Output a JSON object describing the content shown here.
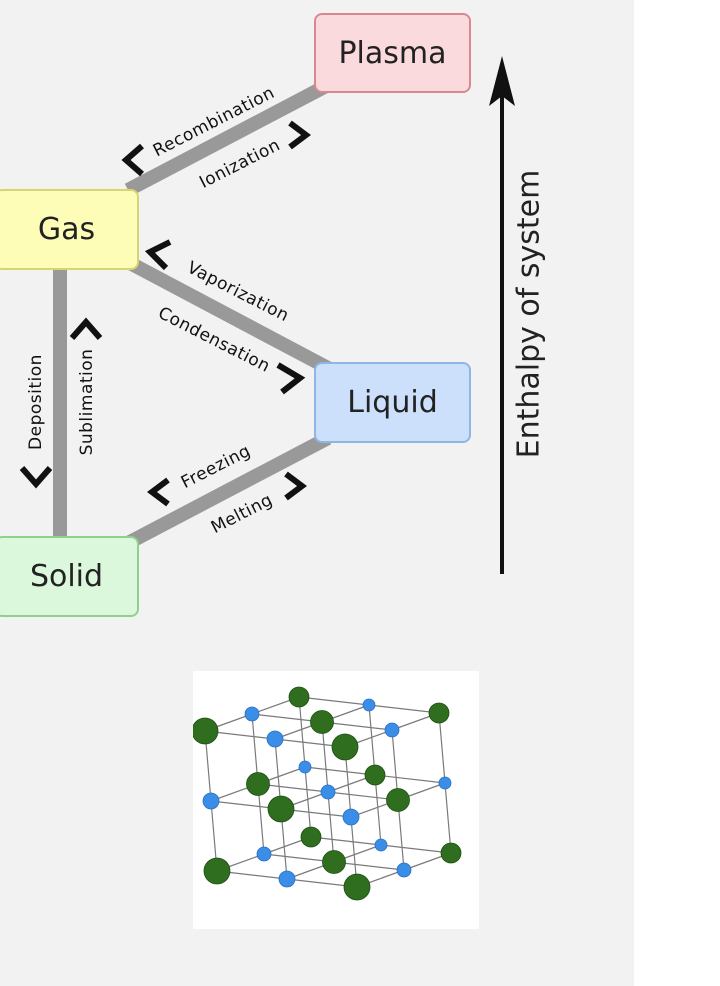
{
  "states": {
    "plasma": {
      "label": "Plasma",
      "fill": "#fadadd",
      "stroke": "#d9888f"
    },
    "gas": {
      "label": "Gas",
      "fill": "#fdfdb8",
      "stroke": "#d6d671"
    },
    "liquid": {
      "label": "Liquid",
      "fill": "#cce0fb",
      "stroke": "#8fb5e3"
    },
    "solid": {
      "label": "Solid",
      "fill": "#dcf8dc",
      "stroke": "#8fd08f"
    }
  },
  "transitions": {
    "recombination": "Recombination",
    "ionization": "Ionization",
    "vaporization": "Vaporization",
    "condensation": "Condensation",
    "freezing": "Freezing",
    "melting": "Melting",
    "deposition": "Deposition",
    "sublimation": "Sublimation"
  },
  "axis": {
    "label": "Enthalpy of system"
  },
  "colors": {
    "connector": "#999999",
    "arrow": "#111111",
    "atom_large": "#2f6e1f",
    "atom_small": "#3b8ee8",
    "lattice_line": "#7a7a7a"
  },
  "icons": {
    "crystal": "crystal-lattice-icon"
  }
}
